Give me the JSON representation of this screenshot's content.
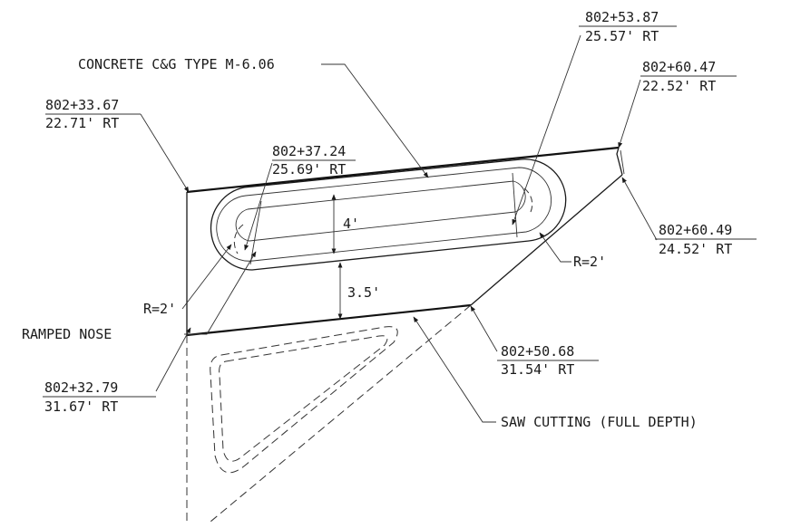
{
  "labels": {
    "curb_type": "CONCRETE C&G TYPE M-6.06",
    "radius_right": "R=2'",
    "radius_left": "R=2'",
    "ramped_nose": "RAMPED NOSE",
    "saw_cutting": "SAW CUTTING (FULL DEPTH)",
    "width_island": "4'",
    "offset_gap": "3.5'"
  },
  "stations": {
    "s1": {
      "station": "802+33.67",
      "offset": "22.71' RT"
    },
    "s2": {
      "station": "802+37.24",
      "offset": "25.69' RT"
    },
    "s3": {
      "station": "802+53.87",
      "offset": "25.57' RT"
    },
    "s4": {
      "station": "802+60.47",
      "offset": "22.52' RT"
    },
    "s5": {
      "station": "802+60.49",
      "offset": "24.52' RT"
    },
    "s6": {
      "station": "802+50.68",
      "offset": "31.54' RT"
    },
    "s7": {
      "station": "802+32.79",
      "offset": "31.67' RT"
    }
  }
}
